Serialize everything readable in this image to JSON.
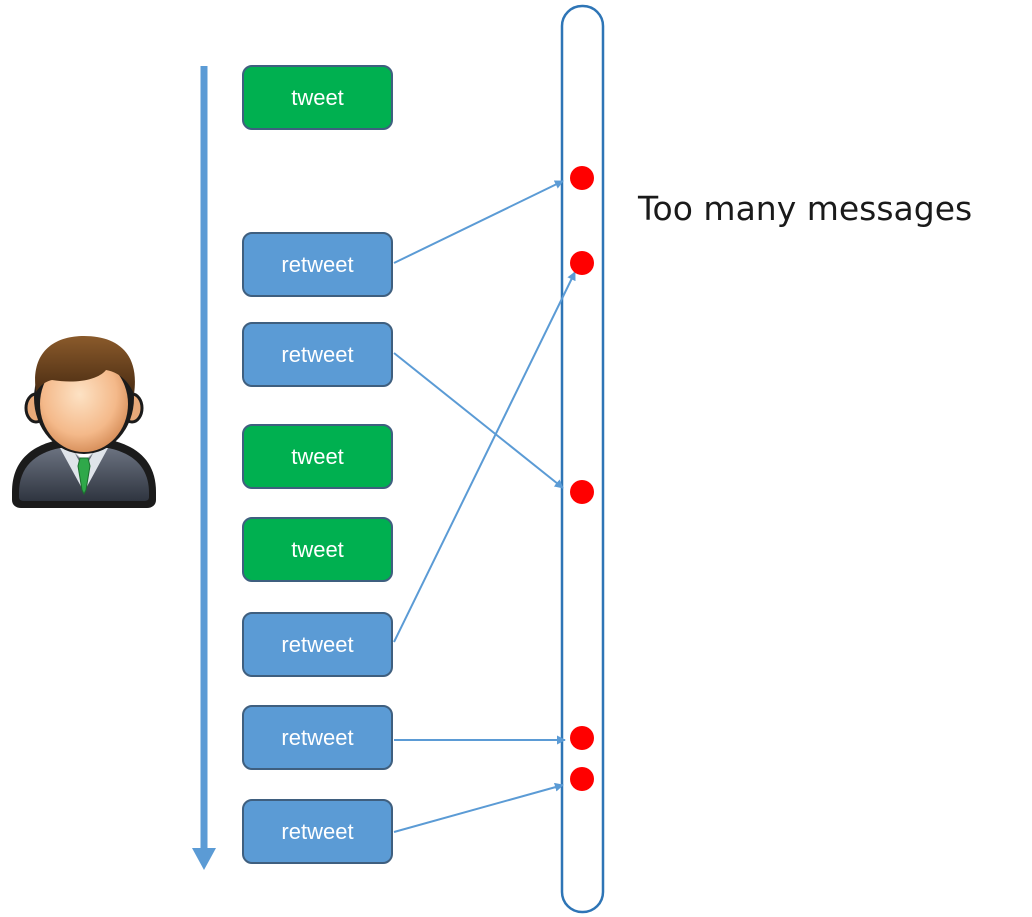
{
  "caption": "Too many messages",
  "colors": {
    "tweet_fill": "#00b050",
    "retweet_fill": "#5b9bd5",
    "box_border": "#3f5f7f",
    "timeline_arrow": "#5b9bd5",
    "connector": "#5b9bd5",
    "channel_border": "#2e75b6",
    "event_dot": "#ff0000"
  },
  "user_icon": "businessman-avatar-icon",
  "messages": [
    {
      "label": "tweet",
      "kind": "tweet"
    },
    {
      "label": "retweet",
      "kind": "retweet"
    },
    {
      "label": "retweet",
      "kind": "retweet"
    },
    {
      "label": "tweet",
      "kind": "tweet"
    },
    {
      "label": "tweet",
      "kind": "tweet"
    },
    {
      "label": "retweet",
      "kind": "retweet"
    },
    {
      "label": "retweet",
      "kind": "retweet"
    },
    {
      "label": "retweet",
      "kind": "retweet"
    }
  ]
}
